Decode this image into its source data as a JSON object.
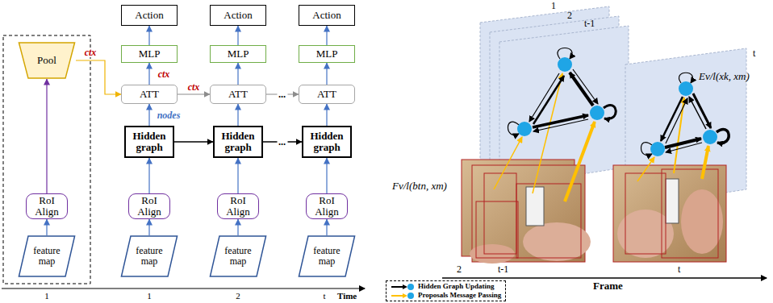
{
  "diagram": {
    "nodes": [
      {
        "text": [
          "Pool"
        ]
      },
      {
        "text": [
          "RoI Align"
        ]
      },
      {
        "text": [
          "feature map"
        ]
      },
      {
        "text": [
          "Action"
        ]
      },
      {
        "text": [
          "MLP"
        ]
      },
      {
        "text": [
          "ATT"
        ]
      },
      {
        "text": [
          "Hidden graph"
        ]
      },
      {
        "text": [
          "RoI Align"
        ]
      },
      {
        "text": [
          "feature map"
        ]
      },
      {
        "text": [
          "Action"
        ]
      },
      {
        "text": [
          "MLP"
        ]
      },
      {
        "text": [
          "ATT"
        ]
      },
      {
        "text": [
          "Hidden graph"
        ]
      },
      {
        "text": [
          "RoI Align"
        ]
      },
      {
        "text": [
          "feature map"
        ]
      },
      {
        "text": [
          "Action"
        ]
      },
      {
        "text": [
          "MLP"
        ]
      },
      {
        "text": [
          "ATT"
        ]
      },
      {
        "text": [
          "Hidden graph"
        ]
      },
      {
        "text": [
          "RoI Align"
        ]
      },
      {
        "text": [
          "feature map"
        ]
      }
    ],
    "edges": [
      {
        "from": 2,
        "to": 1,
        "arrow": "to"
      },
      {
        "from": 1,
        "to": 0,
        "arrow": "to"
      },
      {
        "from": 0,
        "to": 5,
        "label": "ctx",
        "arrow": "to"
      },
      {
        "from": 8,
        "to": 7,
        "arrow": "to"
      },
      {
        "from": 7,
        "to": 6,
        "arrow": "to"
      },
      {
        "from": 6,
        "to": 5,
        "label": "nodes",
        "arrow": "to"
      },
      {
        "from": 5,
        "to": 4,
        "label": "ctx",
        "arrow": "to"
      },
      {
        "from": 4,
        "to": 3,
        "arrow": "to"
      },
      {
        "from": 14,
        "to": 13,
        "arrow": "to"
      },
      {
        "from": 13,
        "to": 12,
        "arrow": "to"
      },
      {
        "from": 12,
        "to": 11,
        "arrow": "to"
      },
      {
        "from": 11,
        "to": 10,
        "arrow": "to"
      },
      {
        "from": 10,
        "to": 9,
        "arrow": "to"
      },
      {
        "from": 20,
        "to": 19,
        "arrow": "to"
      },
      {
        "from": 19,
        "to": 18,
        "arrow": "to"
      },
      {
        "from": 18,
        "to": 17,
        "arrow": "to"
      },
      {
        "from": 17,
        "to": 16,
        "arrow": "to"
      },
      {
        "from": 16,
        "to": 15,
        "arrow": "to"
      },
      {
        "from": 5,
        "to": 11,
        "label": "ctx",
        "arrow": "to"
      },
      {
        "from": 6,
        "to": 12,
        "arrow": "to"
      },
      {
        "from": 11,
        "to": 17,
        "label": "...",
        "arrow": "to"
      },
      {
        "from": 12,
        "to": 18,
        "label": "...",
        "arrow": "to"
      }
    ],
    "labels": [
      "1",
      "1",
      "2",
      "t",
      "Time",
      "1",
      "2",
      "t-1",
      "t",
      "Fv/l(btn, xm)",
      "Ev/l(xk, xm)",
      "2",
      "t-1",
      "Frame",
      "t"
    ],
    "legend": [
      {
        "text": "Hidden Graph Updating"
      },
      {
        "text": "Proposals Message Passing"
      }
    ]
  }
}
